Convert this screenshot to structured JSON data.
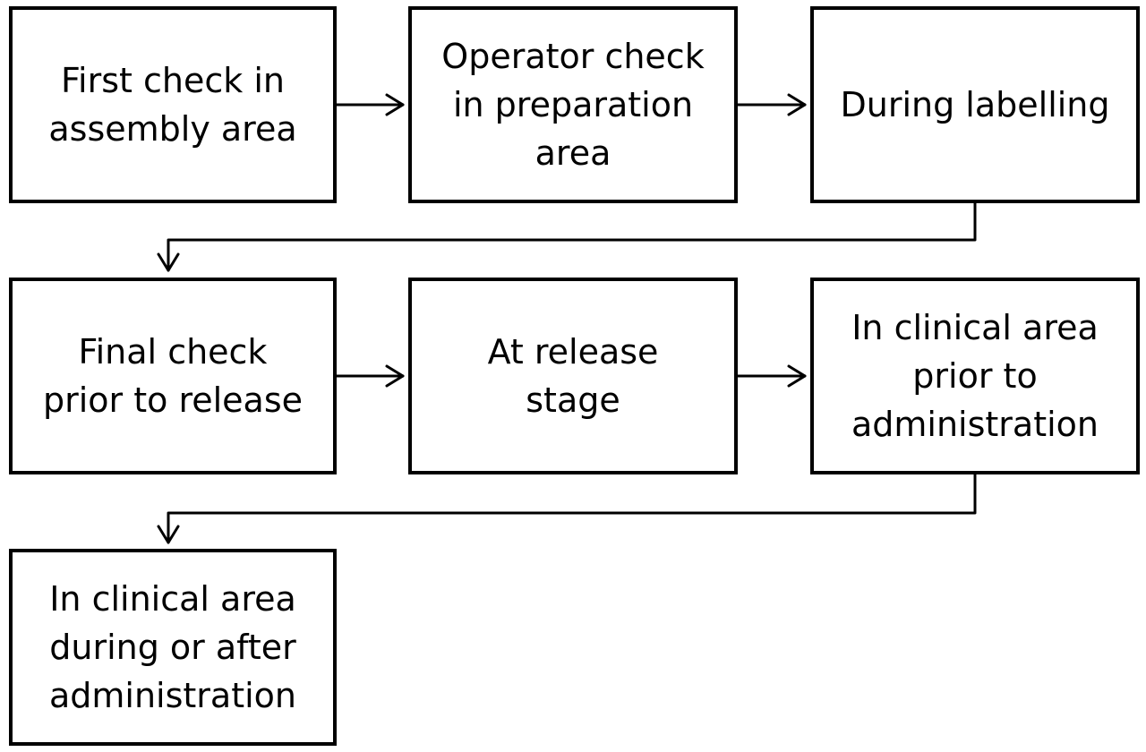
{
  "diagram": {
    "nodes": [
      {
        "id": "first-check",
        "label": "First check in\nassembly area"
      },
      {
        "id": "operator-check",
        "label": "Operator check\nin preparation\narea"
      },
      {
        "id": "during-labelling",
        "label": "During labelling"
      },
      {
        "id": "final-check",
        "label": "Final check\nprior to release"
      },
      {
        "id": "release-stage",
        "label": "At release\nstage"
      },
      {
        "id": "clinical-prior",
        "label": "In clinical area\nprior to\nadministration"
      },
      {
        "id": "clinical-during",
        "label": "In clinical area\nduring or after\nadministration"
      }
    ],
    "edges": [
      {
        "from": "first-check",
        "to": "operator-check"
      },
      {
        "from": "operator-check",
        "to": "during-labelling"
      },
      {
        "from": "during-labelling",
        "to": "final-check"
      },
      {
        "from": "final-check",
        "to": "release-stage"
      },
      {
        "from": "release-stage",
        "to": "clinical-prior"
      },
      {
        "from": "clinical-prior",
        "to": "clinical-during"
      }
    ],
    "colors": {
      "stroke": "#000000",
      "fill": "#ffffff",
      "text": "#000000"
    }
  }
}
